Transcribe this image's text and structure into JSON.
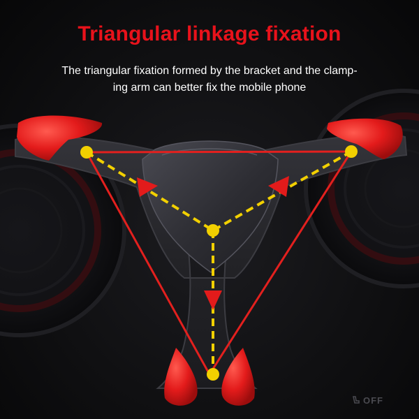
{
  "heading": {
    "title": "Triangular linkage fixation",
    "color": "#e8121b"
  },
  "description": {
    "line1": "The triangular fixation formed by the bracket and the clamp-",
    "line2": "ing arm can better fix the mobile phone",
    "color": "#ffffff"
  },
  "dashboard": {
    "off_label": "OFF"
  },
  "palette": {
    "mount_body": "#2a2a2e",
    "mount_edge": "#3c3c42",
    "clamp_red": "#e31b1b",
    "triangle_red": "#e3201e",
    "guide_yellow": "#f2d000"
  },
  "icons": {
    "off_button": "car-seat-off-icon"
  }
}
